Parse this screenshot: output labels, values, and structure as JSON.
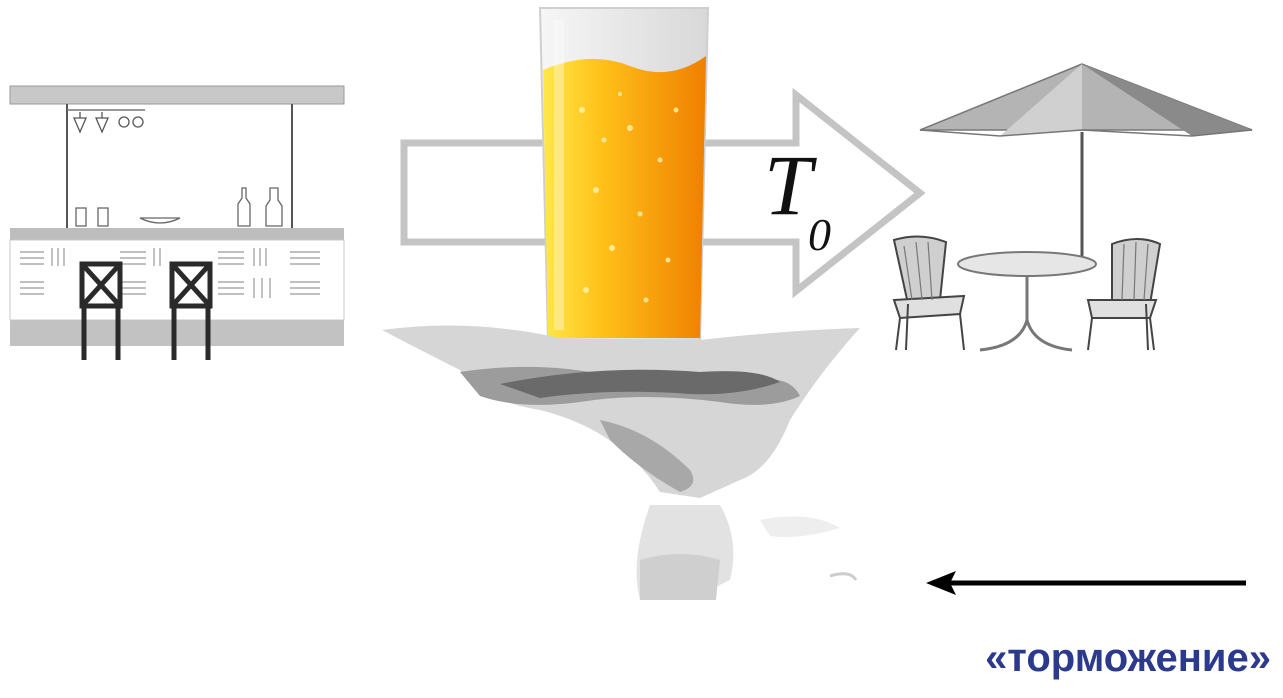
{
  "symbol": {
    "main": "T",
    "subscript": "0"
  },
  "caption": "«торможение»",
  "colors": {
    "caption": "#2b3a8c",
    "arrow_outline": "#c4c4c4",
    "beer_light": "#ffd21a",
    "beer_dark": "#f08a00",
    "bar_gray": "#bdbdbd",
    "direction_arrow": "#000000"
  },
  "icons": [
    "bar-counter-icon",
    "beer-glass-icon",
    "tray-hand-icon",
    "umbrella-table-icon",
    "direction-arrow-icon"
  ]
}
